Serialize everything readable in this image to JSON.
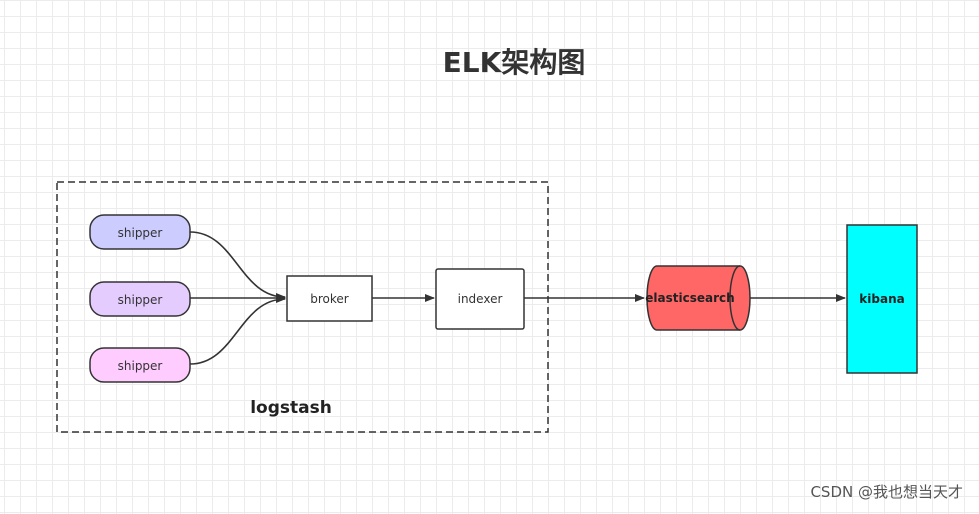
{
  "title": "ELK架构图",
  "group": {
    "label": "logstash"
  },
  "nodes": {
    "shipper1": {
      "label": "shipper",
      "color": "#ccccff"
    },
    "shipper2": {
      "label": "shipper",
      "color": "#e5ccff"
    },
    "shipper3": {
      "label": "shipper",
      "color": "#ffccff"
    },
    "broker": {
      "label": "broker"
    },
    "indexer": {
      "label": "indexer"
    },
    "elasticsearch": {
      "label": "elasticsearch",
      "color": "#ff6666"
    },
    "kibana": {
      "label": "kibana",
      "color": "#00ffff"
    }
  },
  "edges": [
    {
      "from": "shipper",
      "to": "broker"
    },
    {
      "from": "shipper",
      "to": "broker"
    },
    {
      "from": "shipper",
      "to": "broker"
    },
    {
      "from": "broker",
      "to": "indexer"
    },
    {
      "from": "indexer",
      "to": "elasticsearch"
    },
    {
      "from": "elasticsearch",
      "to": "kibana"
    }
  ],
  "watermark": "CSDN @我也想当天才"
}
